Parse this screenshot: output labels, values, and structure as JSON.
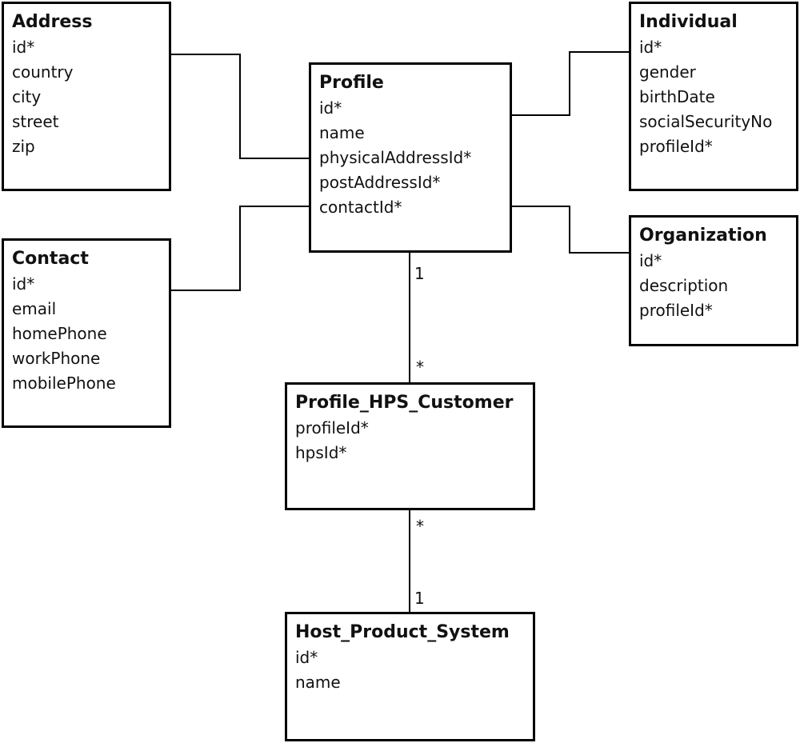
{
  "entities": {
    "address": {
      "title": "Address",
      "fields": [
        "id*",
        "country",
        "city",
        "street",
        "zip"
      ]
    },
    "contact": {
      "title": "Contact",
      "fields": [
        "id*",
        "email",
        "homePhone",
        "workPhone",
        "mobilePhone"
      ]
    },
    "profile": {
      "title": "Profile",
      "fields": [
        "id*",
        "name",
        "physicalAddressId*",
        "postAddressId*",
        "contactId*"
      ]
    },
    "individual": {
      "title": "Individual",
      "fields": [
        "id*",
        "gender",
        "birthDate",
        "socialSecurityNo",
        "profileId*"
      ]
    },
    "organization": {
      "title": "Organization",
      "fields": [
        "id*",
        "description",
        "profileId*"
      ]
    },
    "hps_customer": {
      "title": "Profile_HPS_Customer",
      "fields": [
        "profileId*",
        "hpsId*"
      ]
    },
    "hps": {
      "title": "Host_Product_System",
      "fields": [
        "id*",
        "name"
      ]
    }
  },
  "multiplicities": {
    "profile_to_customer_profile_end": "1",
    "profile_to_customer_customer_end": "*",
    "customer_to_hps_customer_end": "*",
    "customer_to_hps_hps_end": "1"
  },
  "colors": {
    "border": "#000000",
    "text": "#111111",
    "background": "#ffffff"
  }
}
